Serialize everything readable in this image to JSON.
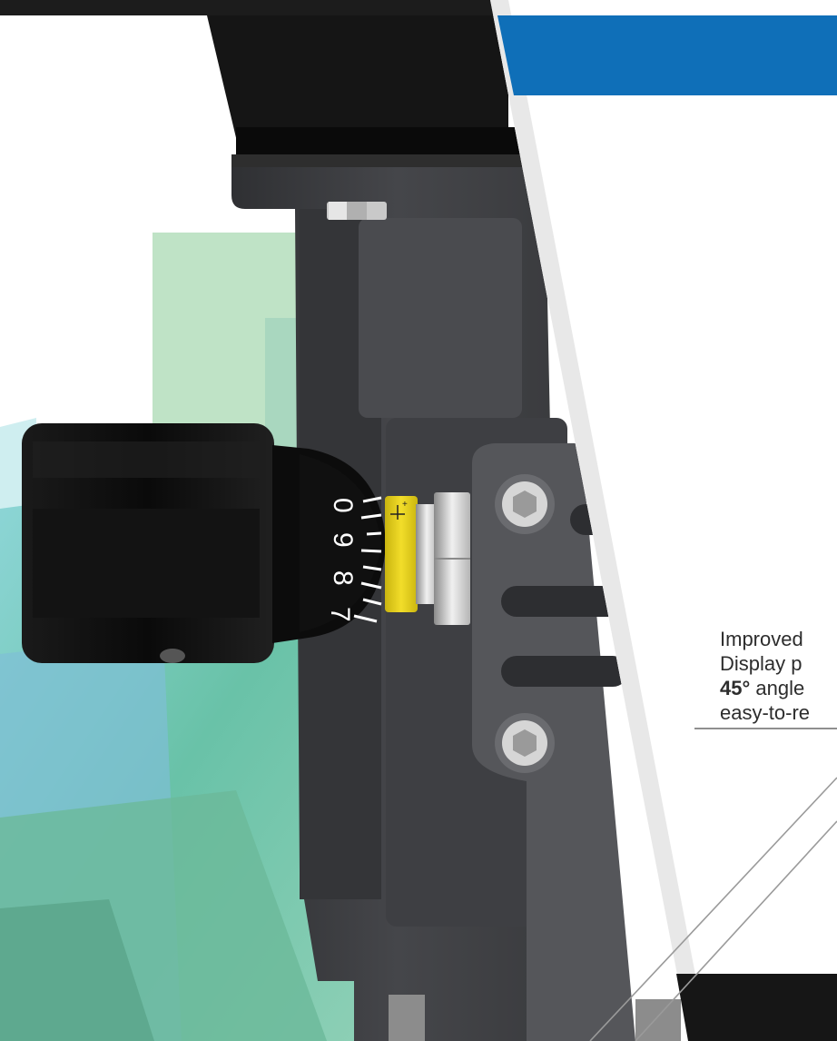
{
  "caption": {
    "line1": "Improved",
    "line2": "Display p",
    "line3_bold": "45°",
    "line3_rest": " angle",
    "line4": "easy-to-re"
  },
  "dial": {
    "digits": [
      "0",
      "9",
      "8",
      "7"
    ]
  },
  "colors": {
    "banner_blue": "#0f6fb8",
    "body_gray": "#3a3b3e",
    "knob_black": "#0e0e0e",
    "indicator_yellow": "#e7d21b",
    "bottom_bar": "#161616"
  }
}
